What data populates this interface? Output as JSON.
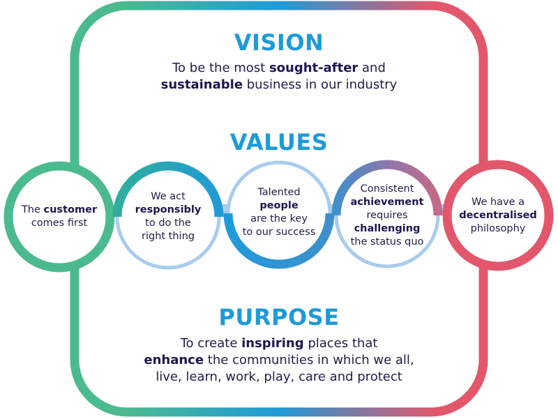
{
  "colors": {
    "green": "#4cba8f",
    "blue": "#1f9ad8",
    "purple": "#7c7fb6",
    "red": "#e2576c",
    "light_blue": "#a8ccee",
    "heading_blue": "#1e9ad8",
    "navy": "#1f1d47"
  },
  "vision": {
    "heading": "VISION",
    "line1_pre": "To be the most ",
    "line1_bold": "sought-after",
    "line1_post": " and",
    "line2_bold": "sustainable",
    "line2_post": " business in our industry"
  },
  "values": {
    "heading": "VALUES",
    "items": [
      {
        "line1_pre": "The ",
        "line1_bold": "customer",
        "line2": "comes first"
      },
      {
        "line1": "We act",
        "line2_bold": "responsibly",
        "line3": "to do the",
        "line4": "right thing"
      },
      {
        "line1": "Talented",
        "line2_bold": "people",
        "line3": "are the key",
        "line4": "to our success"
      },
      {
        "line1": "Consistent",
        "line2_bold": "achievement",
        "line3": "requires",
        "line4_bold": "challenging",
        "line5": "the status quo"
      },
      {
        "line1": "We have a",
        "line2_bold": "decentralised",
        "line3": "philosophy"
      }
    ]
  },
  "purpose": {
    "heading": "PURPOSE",
    "line1_pre": "To create ",
    "line1_bold": "inspiring",
    "line1_post": " places that",
    "line2_bold": "enhance",
    "line2_post": " the communities in which we all,",
    "line3": "live, learn, work, play, care and protect"
  }
}
